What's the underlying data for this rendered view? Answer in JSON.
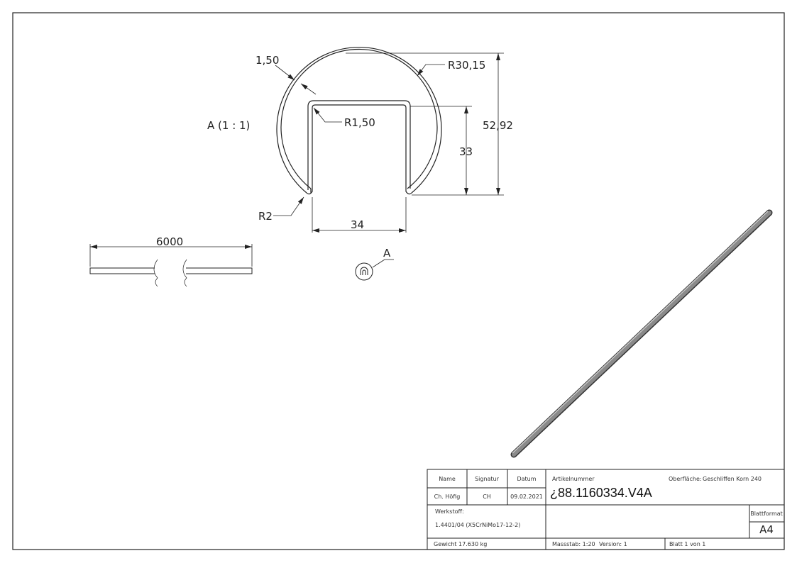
{
  "detail_view": {
    "label": "A (1 : 1)",
    "dimensions": {
      "thickness": "1,50",
      "outer_radius": "R30,15",
      "inner_radius": "R1,50",
      "total_height": "52,92",
      "channel_depth": "33",
      "edge_radius": "R2",
      "channel_width": "34"
    }
  },
  "side_view": {
    "length": "6000"
  },
  "detail_marker": {
    "label": "A"
  },
  "title_block": {
    "headers": {
      "name": "Name",
      "signature": "Signatur",
      "date": "Datum"
    },
    "name": "Ch. Höfig",
    "signature": "CH",
    "date": "09.02.2021",
    "article_label": "Artikelnummer",
    "article_number": "¿88.1160334.V4A",
    "surface_label": "Oberfläche:",
    "surface_value": "Geschliffen Korn 240",
    "material_label": "Werkstoff:",
    "material_value": "1.4401/04 (X5CrNiMo17-12-2)",
    "sheet_format_label": "Blattformat",
    "sheet_format_value": "A4",
    "weight": "Gewicht 17.630 kg",
    "scale": "Massstab: 1:20",
    "version": "Version: 1",
    "sheet": "Blatt 1 von 1"
  }
}
